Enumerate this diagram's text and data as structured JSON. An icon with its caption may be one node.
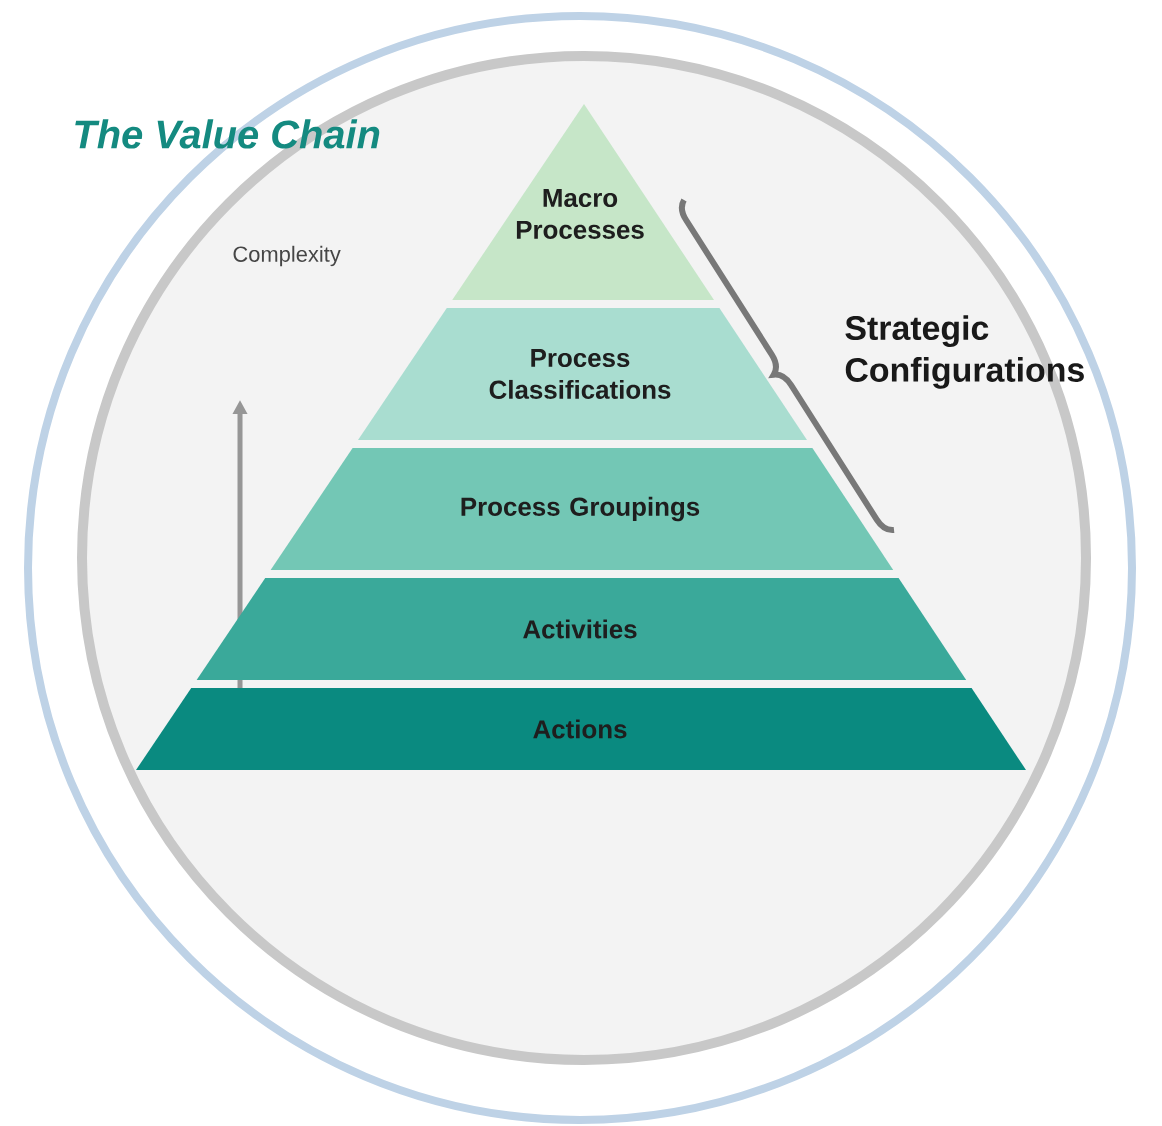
{
  "diagram": {
    "title": "The Value Chain",
    "nodes": [
      {
        "text": [
          "Macro Processes"
        ]
      },
      {
        "text": [
          "Process Classifications"
        ]
      },
      {
        "text": [
          "Process Groupings"
        ]
      },
      {
        "text": [
          "Activities"
        ]
      },
      {
        "text": [
          "Actions"
        ]
      }
    ],
    "labels": [
      "Complexity",
      "Strategic Configurations"
    ]
  }
}
